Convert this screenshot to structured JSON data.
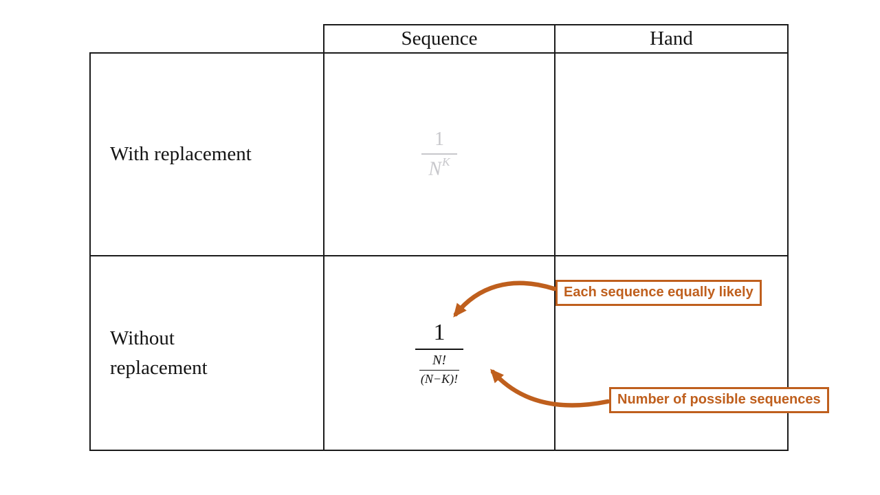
{
  "table": {
    "column_headers": [
      {
        "label": "Sequence"
      },
      {
        "label": "Hand"
      }
    ],
    "row_headers": [
      {
        "label": "With replacement"
      },
      {
        "label": "Without replacement"
      }
    ]
  },
  "formulas": {
    "with_sequence": {
      "numerator": "1",
      "denominator_base": "N",
      "denominator_exponent": "K"
    },
    "without_sequence": {
      "numerator": "1",
      "inner_numerator": "N!",
      "inner_denominator": "(N−K)!"
    }
  },
  "annotations": {
    "equally_likely": {
      "label": "Each sequence equally likely"
    },
    "possible_sequences": {
      "label": "Number of possible sequences"
    }
  },
  "colors": {
    "accent": "#bf5f1d",
    "muted_formula": "#c7c7cb",
    "border": "#1a1a1a"
  }
}
